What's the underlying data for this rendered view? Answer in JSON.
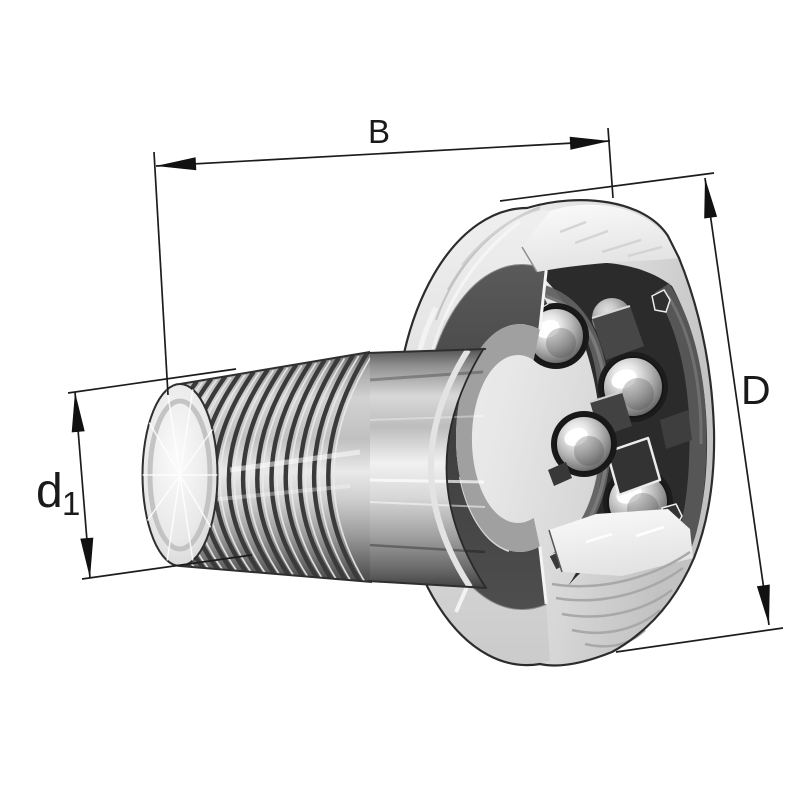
{
  "drawing": {
    "background": "#ffffff",
    "line_color": "#1c1c1c",
    "subject": "stud-type-track-roller-bearing-cutaway",
    "labels": {
      "width_b": "B",
      "outer_diameter_d": "D",
      "stud_diameter_d1_base": "d",
      "stud_diameter_d1_subscript": "1"
    }
  }
}
